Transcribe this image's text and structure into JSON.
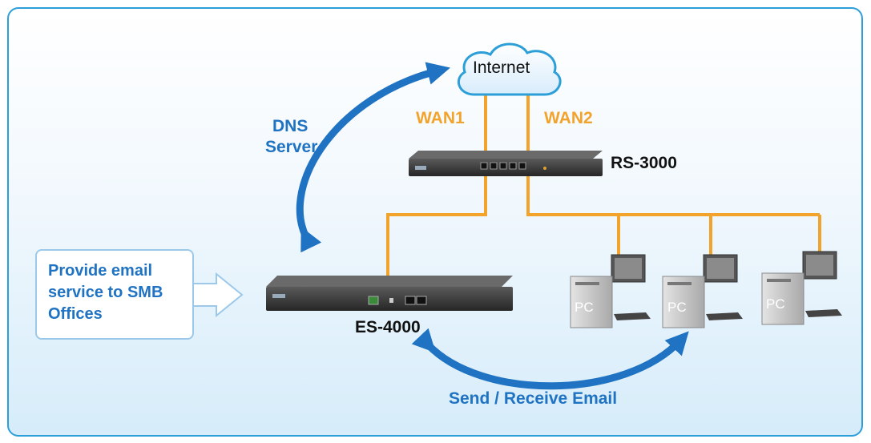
{
  "diagram": {
    "cloud_label": "Internet",
    "wan1_label": "WAN1",
    "wan2_label": "WAN2",
    "router_label": "RS-3000",
    "server_label": "ES-4000",
    "dns_line1": "DNS",
    "dns_line2": "Server",
    "callout_lines": [
      "Provide email",
      "service to SMB",
      "Offices"
    ],
    "email_label": "Send / Receive Email",
    "pc_labels": [
      "PC",
      "PC",
      "PC"
    ]
  },
  "colors": {
    "frame_border": "#2d9fd8",
    "arrow_blue": "#1f73c2",
    "wire_orange": "#f2a32c",
    "device_body": "#3a3a3a",
    "label_dark": "#111111"
  }
}
